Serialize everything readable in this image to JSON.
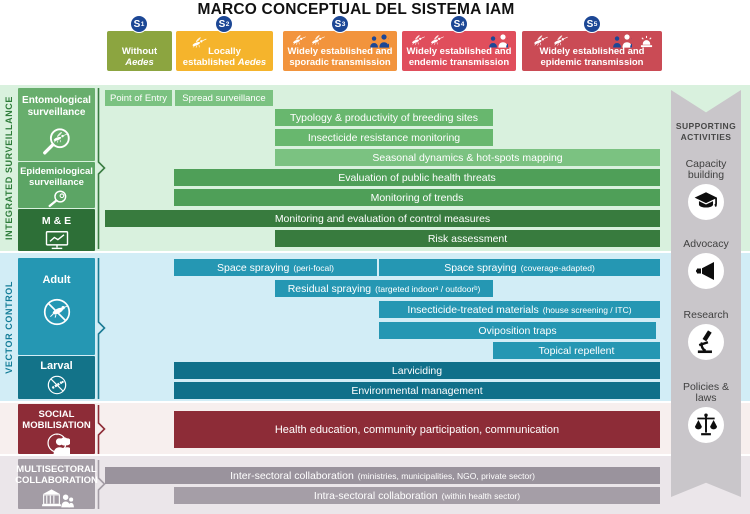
{
  "title": "MARCO CONCEPTUAL DEL SISTEMA IAM",
  "scenarios": [
    {
      "badge": "S",
      "num": "1",
      "line1": "Without",
      "italic": "Aedes"
    },
    {
      "badge": "S",
      "num": "2",
      "line1": "Locally",
      "line2": "established",
      "italic": "Aedes"
    },
    {
      "badge": "S",
      "num": "3",
      "line1": "Widely established and",
      "line2": "sporadic transmission"
    },
    {
      "badge": "S",
      "num": "4",
      "line1": "Widely established and",
      "line2": "endemic transmission"
    },
    {
      "badge": "S",
      "num": "5",
      "line1": "Widely established and",
      "line2": "epidemic transmission"
    }
  ],
  "surveillance": {
    "vertical_label": "INTEGRATED SURVEILLANCE",
    "groups": [
      {
        "label": "Entomological surveillance"
      },
      {
        "label": "Epidemiological surveillance"
      },
      {
        "label": "M & E"
      }
    ],
    "bars": [
      {
        "label": "Point of Entry"
      },
      {
        "label": "Spread surveillance"
      },
      {
        "label": "Typology & productivity of breeding sites"
      },
      {
        "label": "Insecticide resistance monitoring"
      },
      {
        "label": "Seasonal dynamics & hot-spots mapping"
      },
      {
        "label": "Evaluation of public health threats"
      },
      {
        "label": "Monitoring of trends"
      },
      {
        "label": "Monitoring and evaluation of control measures"
      },
      {
        "label": "Risk assessment"
      }
    ]
  },
  "vector": {
    "vertical_label": "VECTOR CONTROL",
    "groups": [
      {
        "label": "Adult"
      },
      {
        "label": "Larval"
      }
    ],
    "bars": [
      {
        "label": "Space spraying",
        "note": "(peri-focal)"
      },
      {
        "label": "Space spraying",
        "note": "(coverage-adapted)"
      },
      {
        "label": "Residual spraying",
        "note": "(targeted indoorᵃ / outdoorᵇ)"
      },
      {
        "label": "Insecticide-treated materials",
        "note": "(house screening / ITC)"
      },
      {
        "label": "Oviposition traps"
      },
      {
        "label": "Topical repellent"
      },
      {
        "label": "Larviciding"
      },
      {
        "label": "Environmental management"
      }
    ]
  },
  "social": {
    "group_label": "SOCIAL MOBILISATION",
    "bars": [
      {
        "label": "Health education, community participation, communication"
      }
    ]
  },
  "multisectoral": {
    "group_label": "MULTISECTORAL COLLABORATION",
    "bars": [
      {
        "label": "Inter-sectoral collaboration",
        "note": "(ministries, municipalities, NGO, private sector)"
      },
      {
        "label": "Intra-sectoral collaboration",
        "note": "(within health sector)"
      }
    ]
  },
  "supporting": {
    "title": "SUPPORTING ACTIVITIES",
    "items": [
      {
        "label": "Capacity building",
        "icon": "graduation-cap-icon"
      },
      {
        "label": "Advocacy",
        "icon": "megaphone-icon"
      },
      {
        "label": "Research",
        "icon": "microscope-icon"
      },
      {
        "label": "Policies & laws",
        "icon": "scales-icon"
      }
    ]
  },
  "colors": {
    "s1": "#8ca540",
    "s2": "#f5b42c",
    "s3": "#f2943d",
    "s4": "#e04e5c",
    "s5": "#ca4b55",
    "badge_blue": "#1c4795",
    "surv_bg": "#d9f1de",
    "vec_bg": "#d2edf6",
    "soc_bg": "#f7efee",
    "mul_bg": "#ebe6ea",
    "green_light": "#7bc281",
    "green_mid": "#68b76e",
    "green": "#4f9f58",
    "green_dark": "#387b3e",
    "ento": "#68ae6d",
    "epi": "#5ca565",
    "me": "#2d6f37",
    "teal": "#2597b3",
    "teal_dark": "#10708a",
    "maroon": "#8d2c37",
    "gray_box": "#a39ca5",
    "gray_bar": "#9a939d",
    "gray_bar2": "#a59ea7",
    "ribbon": "#c9c6ca"
  }
}
